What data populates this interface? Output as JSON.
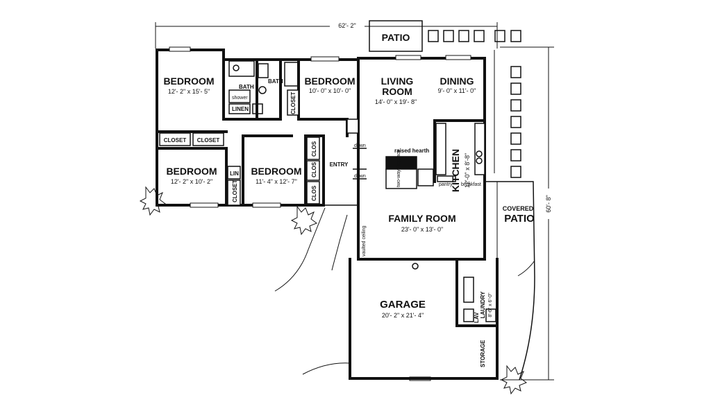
{
  "overall": {
    "width_dim": "62'- 2\"",
    "depth_dim": "60'- 8\""
  },
  "rooms": {
    "bedroom1": {
      "name": "BEDROOM",
      "dims": "12'- 2\" x 15'- 5\""
    },
    "bath": {
      "name": "BATH"
    },
    "shower": {
      "name": "shower"
    },
    "linen": {
      "name": "LINEN"
    },
    "bath2": {
      "name": "BATH"
    },
    "bedroom2": {
      "name": "BEDROOM",
      "dims": "10'- 0\" x 10'- 0\""
    },
    "closet_b2": {
      "name": "CLOSET"
    },
    "living": {
      "name_line1": "LIVING",
      "name_line2": "ROOM",
      "dims": "14'- 0\" x 19'- 8\""
    },
    "dining": {
      "name": "DINING",
      "dims": "9'- 0\" x 11'- 0\""
    },
    "closet_a": {
      "name": "CLOSET"
    },
    "closet_b": {
      "name": "CLOSET"
    },
    "bedroom3": {
      "name": "BEDROOM",
      "dims": "12'- 2\" x 10'- 2\""
    },
    "lin": {
      "name": "LIN"
    },
    "closet_b3": {
      "name": "CLOSET"
    },
    "bedroom4": {
      "name": "BEDROOM",
      "dims": "11'- 4\" x 12'- 7\""
    },
    "clos1": {
      "name": "CLOS"
    },
    "clos2": {
      "name": "CLOS"
    },
    "clos3": {
      "name": "CLOS"
    },
    "entry": {
      "name": "ENTRY"
    },
    "raised_hearth": {
      "name": "raised hearth"
    },
    "fireplace": {
      "name": "two-way fireplace"
    },
    "kitchen": {
      "name": "KITCHEN",
      "dims": "12'-0\" x 8'-8\""
    },
    "pantry": {
      "name": "pantry"
    },
    "breakfast": {
      "name": "breakfast"
    },
    "family": {
      "name": "FAMILY ROOM",
      "dims": "23'- 0\" x 13'- 0\""
    },
    "vaulted": {
      "name": "vaulted ceiling"
    },
    "covered_patio": {
      "name_line1": "COVERED",
      "name_line2": "PATIO"
    },
    "patio": {
      "name": "PATIO"
    },
    "garage": {
      "name": "GARAGE",
      "dims": "20'- 2\" x 21'- 4\""
    },
    "laundry": {
      "name": "LAUNDRY",
      "dims": "8'-6\" x 6'-0\""
    },
    "lav": {
      "name": "LAV"
    },
    "storage": {
      "name": "STORAGE"
    },
    "down1": {
      "name": "down"
    },
    "down2": {
      "name": "down"
    }
  }
}
